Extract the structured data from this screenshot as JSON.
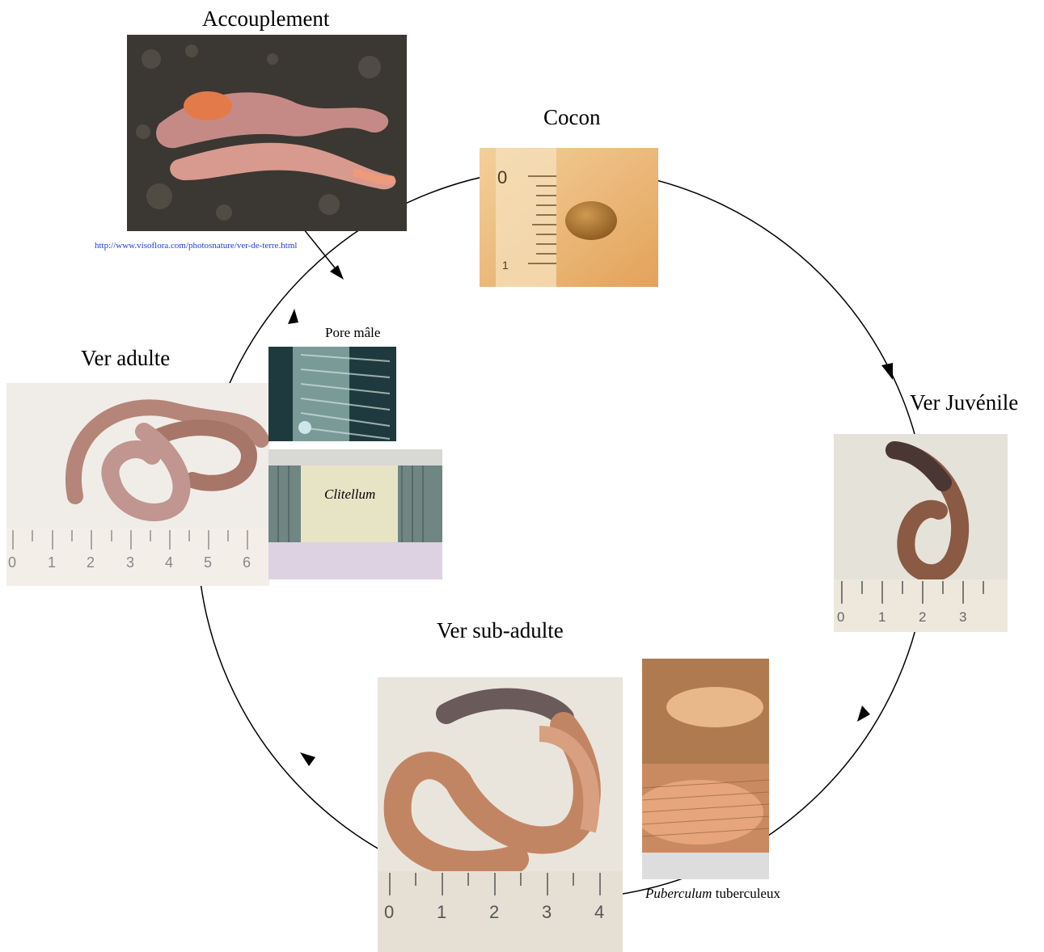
{
  "stages": {
    "mating": "Accouplement",
    "cocoon": "Cocon",
    "juvenile": "Ver Juvénile",
    "subadult": "Ver sub-adulte",
    "adult": "Ver adulte"
  },
  "callouts": {
    "male_pore": "Pore mâle",
    "clitellum": "Clitellum",
    "puberculum_italic": "Puberculum",
    "puberculum_rest": "tuberculeux"
  },
  "source_link": "http://www.visoflora.com/photosnature/ver-de-terre.html",
  "rulers": {
    "adult": [
      "0",
      "1",
      "2",
      "3",
      "4",
      "5",
      "6"
    ],
    "juvenile": [
      "0",
      "1",
      "2",
      "3"
    ],
    "subadult": [
      "0",
      "1",
      "2",
      "3",
      "4"
    ],
    "cocoon": [
      "0",
      "1"
    ]
  },
  "colors": {
    "link": "#1f3fd8",
    "cycle_line": "#000000"
  }
}
